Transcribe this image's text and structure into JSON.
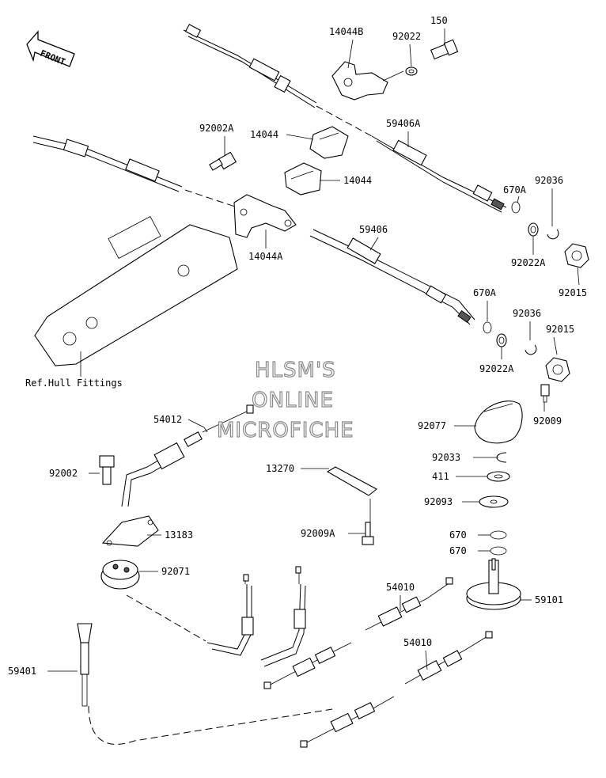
{
  "orientation": {
    "label": "FRONT"
  },
  "watermark": {
    "line1": "HLSM'S",
    "line2": "ONLINE",
    "line3": "MICROFICHE"
  },
  "labels": {
    "p14044B": "14044B",
    "p92022": "92022",
    "p150": "150",
    "p14044a": "14044",
    "p92002A": "92002A",
    "p14044b": "14044",
    "p59406A": "59406A",
    "p670A_1": "670A",
    "p92036_1": "92036",
    "p92022A_1": "92022A",
    "p92015_1": "92015",
    "p59406": "59406",
    "p14044A": "14044A",
    "p670A_2": "670A",
    "p92036_2": "92036",
    "p92015_2": "92015",
    "p92022A_2": "92022A",
    "refHull": "Ref.Hull Fittings",
    "p54012": "54012",
    "p92009": "92009",
    "p92077": "92077",
    "p92033": "92033",
    "p411": "411",
    "p92002": "92002",
    "p13270": "13270",
    "p92093": "92093",
    "p13183": "13183",
    "p92009A": "92009A",
    "p670_1": "670",
    "p670_2": "670",
    "p92071": "92071",
    "p54010_1": "54010",
    "p59101": "59101",
    "p54010_2": "54010",
    "p59401": "59401"
  }
}
